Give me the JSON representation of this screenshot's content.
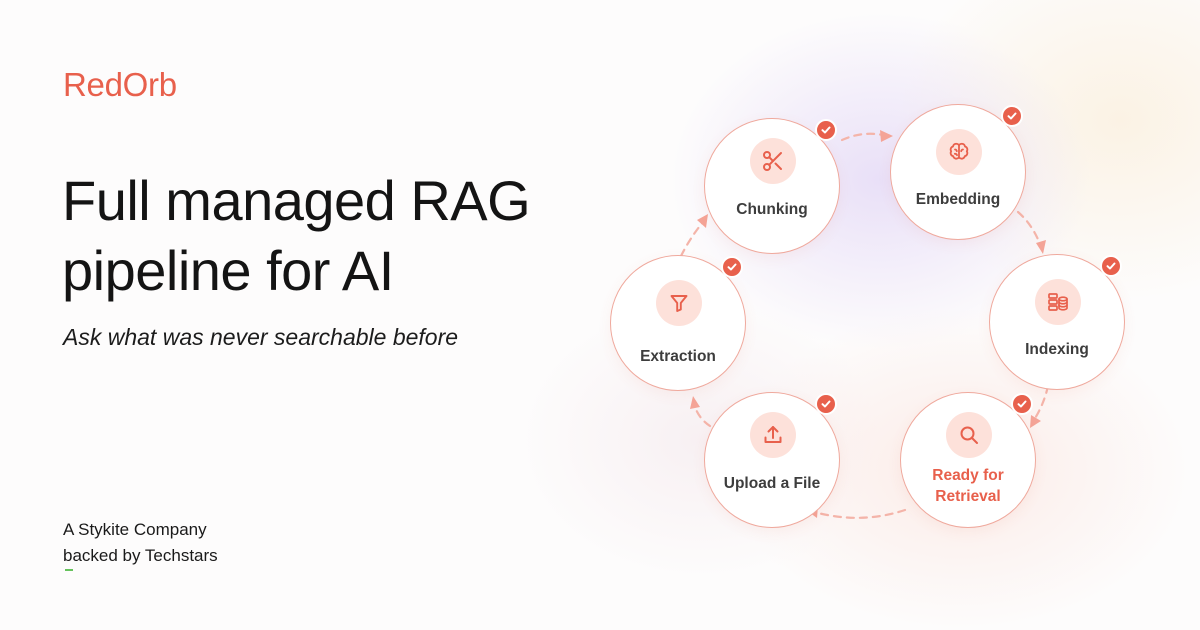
{
  "brand": {
    "name": "RedOrb",
    "color": "#e8604c"
  },
  "hero": {
    "headline_line1": "Full managed RAG",
    "headline_line2": "pipeline for AI",
    "subtitle": "Ask what was never searchable before"
  },
  "footer": {
    "line1": "A Stykite Company",
    "line2": "backed by Techstars"
  },
  "pipeline": {
    "steps": [
      {
        "label": "Chunking",
        "icon": "scissors-icon",
        "completed": true
      },
      {
        "label": "Embedding",
        "icon": "brain-icon",
        "completed": true
      },
      {
        "label": "Indexing",
        "icon": "database-icon",
        "completed": true
      },
      {
        "label_line1": "Ready for",
        "label_line2": "Retrieval",
        "icon": "search-icon",
        "completed": true,
        "highlight_color": "#e8604c"
      },
      {
        "label": "Upload a File",
        "icon": "upload-icon",
        "completed": true
      },
      {
        "label": "Extraction",
        "icon": "filter-icon",
        "completed": true
      }
    ]
  }
}
